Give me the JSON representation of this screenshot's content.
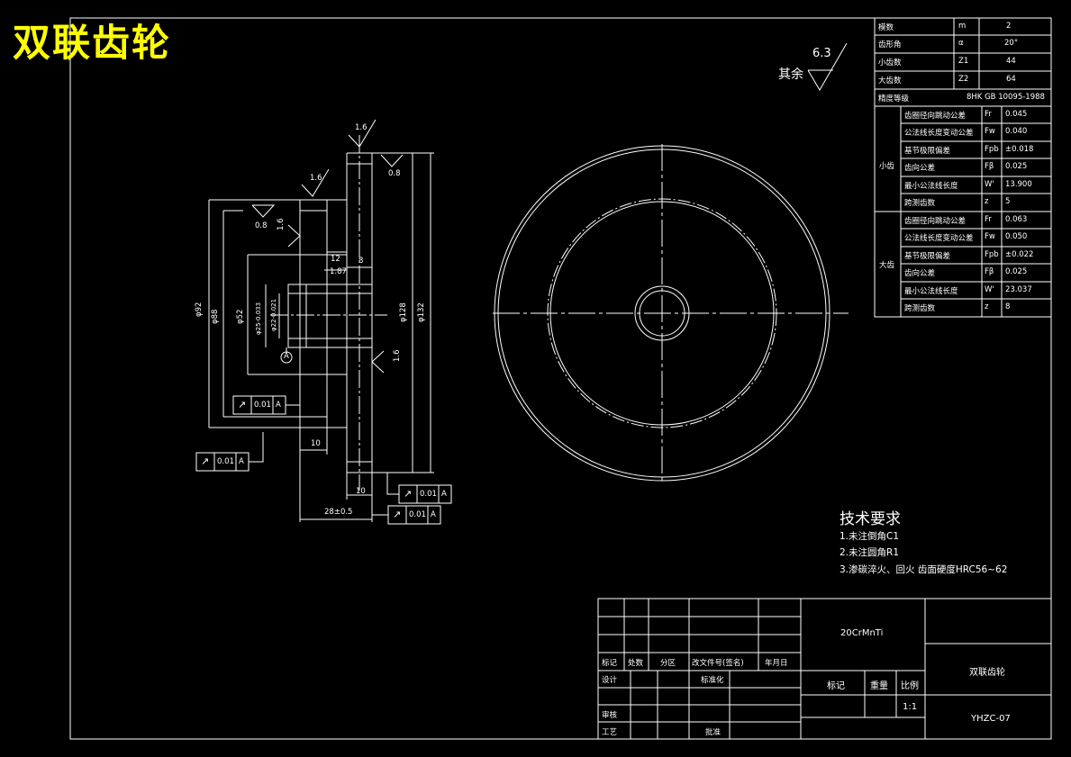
{
  "title": "双联齿轮",
  "surface_note": {
    "label": "其余",
    "value": "6.3"
  },
  "gear_params": [
    {
      "name": "模数",
      "symbol": "m",
      "value": "2"
    },
    {
      "name": "齿形角",
      "symbol": "α",
      "value": "20°"
    },
    {
      "name": "小齿数",
      "symbol": "Z1",
      "value": "44"
    },
    {
      "name": "大齿数",
      "symbol": "Z2",
      "value": "64"
    },
    {
      "name": "精度等级",
      "symbol": "",
      "value": "8HK GB 10095-1988"
    }
  ],
  "small_gear": {
    "label": "小齿",
    "rows": [
      {
        "name": "齿圈径向跳动公差",
        "symbol": "Fr",
        "value": "0.045"
      },
      {
        "name": "公法线长度变动公差",
        "symbol": "Fw",
        "value": "0.040"
      },
      {
        "name": "基节极限偏差",
        "symbol": "Fpb",
        "value": "±0.018"
      },
      {
        "name": "齿向公差",
        "symbol": "Fβ",
        "value": "0.025"
      },
      {
        "name": "最小公法线长度",
        "symbol": "W'",
        "value": "13.900"
      },
      {
        "name": "跨测齿数",
        "symbol": "z",
        "value": "5"
      }
    ]
  },
  "large_gear": {
    "label": "大齿",
    "rows": [
      {
        "name": "齿圈径向跳动公差",
        "symbol": "Fr",
        "value": "0.063"
      },
      {
        "name": "公法线长度变动公差",
        "symbol": "Fw",
        "value": "0.050"
      },
      {
        "name": "基节极限偏差",
        "symbol": "Fpb",
        "value": "±0.022"
      },
      {
        "name": "齿向公差",
        "symbol": "Fβ",
        "value": "0.025"
      },
      {
        "name": "最小公法线长度",
        "symbol": "W'",
        "value": "23.037"
      },
      {
        "name": "跨测齿数",
        "symbol": "z",
        "value": "8"
      }
    ]
  },
  "tech_requirements": {
    "heading": "技术要求",
    "items": [
      "1.未注倒角C1",
      "2.未注圆角R1",
      "3.渗碳淬火、回火 齿面硬度HRC56~62"
    ]
  },
  "dimensions": {
    "d92": "φ92",
    "d88": "φ88",
    "d52": "φ52",
    "d25": "φ25-0.033",
    "d22": "φ22-0.021",
    "d128": "φ128",
    "d132": "φ132",
    "w12": "12",
    "w187": "1.87",
    "w8": "8",
    "w10a": "10",
    "w10b": "10",
    "w28": "28±0.5",
    "datum": "A"
  },
  "roughness": {
    "r16a": "1.6",
    "r16b": "1.6",
    "r16c": "1.6",
    "r16d": "1.6",
    "r08a": "0.8",
    "r08b": "0.8"
  },
  "tolerances": {
    "value": "0.01",
    "datum": "A"
  },
  "title_block": {
    "material": "20CrMnTi",
    "part_name": "双联齿轮",
    "drawing_no": "YHZC-07",
    "scale": "1:1",
    "headers": [
      "标记",
      "处数",
      "分区",
      "改文件号(签名)",
      "年月日"
    ],
    "design": "设计",
    "standard": "标准化",
    "review": "审核",
    "process": "工艺",
    "approve": "批准",
    "mark": "标记",
    "weight": "重量",
    "scale_label": "比例"
  }
}
